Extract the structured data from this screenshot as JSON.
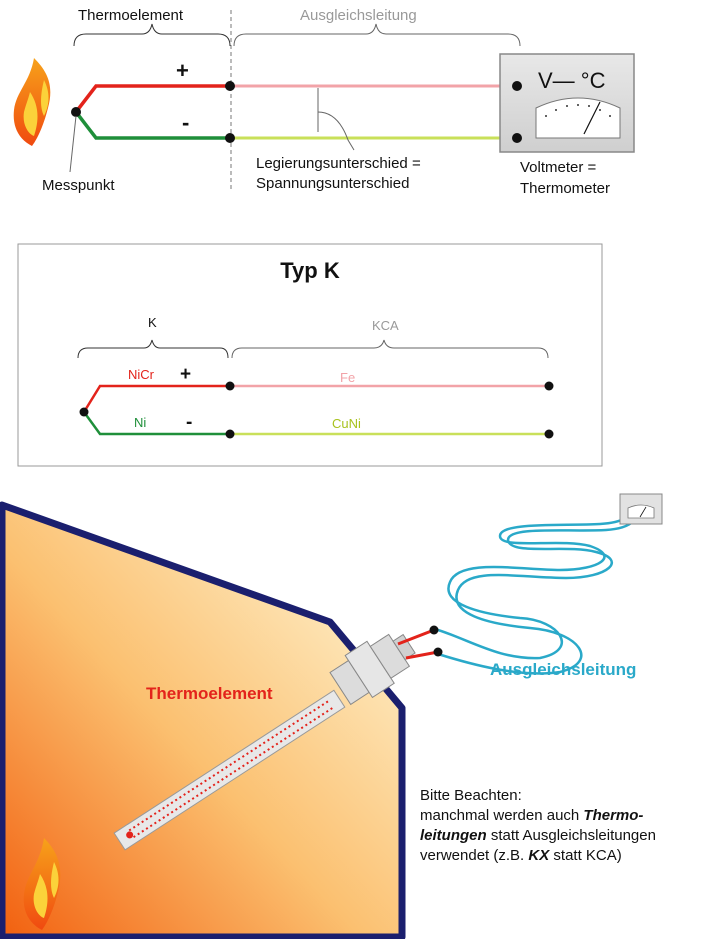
{
  "top": {
    "thermoelement_label": "Thermoelement",
    "ausgleich_label": "Ausgleichsleitung",
    "plus": "+",
    "minus": "-",
    "measure_point": "Messpunkt",
    "difference_line1": "Legierungsunterschied =",
    "difference_line2": "Spannungsunterschied",
    "meter_text": "V— °C",
    "meter_caption_line1": "Voltmeter =",
    "meter_caption_line2": "Thermometer"
  },
  "typk": {
    "title": "Typ K",
    "k_label": "K",
    "kca_label": "KCA",
    "nicr": "NiCr",
    "ni": "Ni",
    "fe": "Fe",
    "cuni": "CuNi",
    "plus": "+",
    "minus": "-"
  },
  "bottom": {
    "thermoelement_label": "Thermoelement",
    "ausgleich_label": "Ausgleichsleitung",
    "note_line1": "Bitte Beachten:",
    "note_line2a": "manchmal werden auch ",
    "note_line2b": "Thermo-",
    "note_line3a": "leitungen",
    "note_line3b": " statt Ausgleichsleitungen",
    "note_line4a": "verwendet (z.B. ",
    "note_line4b": "KX",
    "note_line4c": " statt KCA)"
  },
  "colors": {
    "red": "#e3231b",
    "green": "#1f8f3a",
    "pink": "#f2a3a8",
    "lime": "#c9e05a",
    "cyan": "#2aa9c9",
    "navy": "#1b1f6e",
    "grey": "#8a8a8a"
  }
}
